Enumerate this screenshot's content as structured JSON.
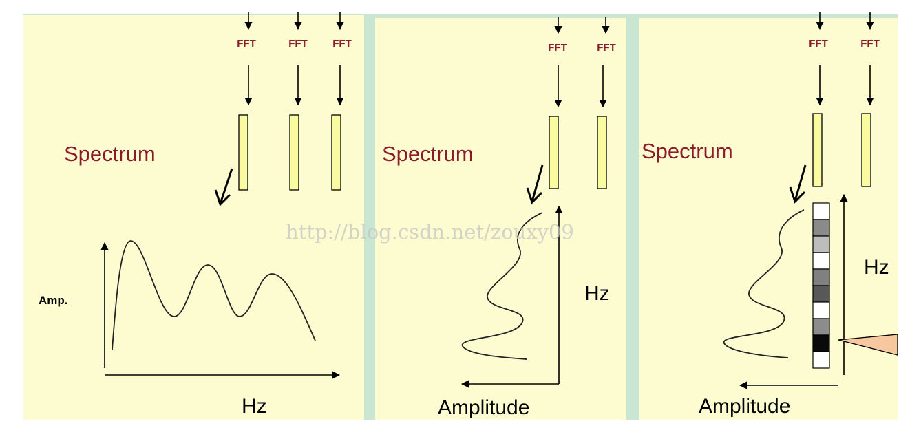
{
  "panels": [
    {
      "fft_labels": [
        "FFT",
        "FFT",
        "FFT"
      ],
      "spectrum_label": "Spectrum",
      "y_axis_label": "Amp.",
      "x_axis_label": "Hz"
    },
    {
      "fft_labels": [
        "FFT",
        "FFT"
      ],
      "spectrum_label": "Spectrum",
      "freq_axis_label": "Hz",
      "amp_axis_label": "Amplitude"
    },
    {
      "fft_labels": [
        "FFT",
        "FFT"
      ],
      "spectrum_label": "Spectrum",
      "freq_axis_label": "Hz",
      "amp_axis_label": "Amplitude",
      "cell_colors": [
        "#ffffff",
        "#8a8a8a",
        "#bdbdbd",
        "#ffffff",
        "#808080",
        "#585858",
        "#ffffff",
        "#8c8c8c",
        "#0a0a0a",
        "#ffffff"
      ]
    }
  ],
  "watermark": "http://blog.csdn.net/zouxy09",
  "colors": {
    "panel_bg": "#fcfcd0",
    "frame_bg": "#c9e6d3",
    "label_red": "#8b1a2b",
    "frame_bar_fill": "#fafaa0",
    "wedge_fill": "#f7c8a0"
  }
}
